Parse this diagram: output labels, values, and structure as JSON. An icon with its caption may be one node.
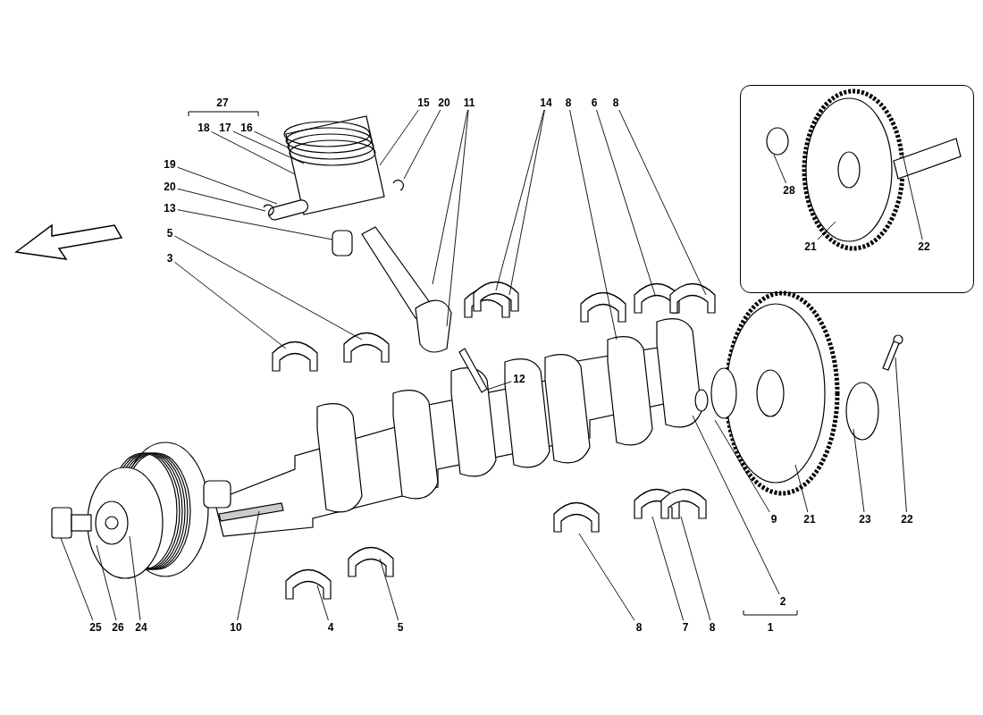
{
  "diagram": {
    "nodes": [
      {
        "text": [],
        "shape": "box"
      },
      {
        "text": [
          "15"
        ]
      },
      {
        "text": [
          "20"
        ]
      },
      {
        "text": [
          "11"
        ]
      },
      {
        "text": [
          "14"
        ]
      },
      {
        "text": [
          "8"
        ]
      },
      {
        "text": [
          "6"
        ]
      },
      {
        "text": [
          "8"
        ]
      },
      {
        "text": [
          "18"
        ]
      },
      {
        "text": [
          "17"
        ]
      },
      {
        "text": [
          "16"
        ]
      },
      {
        "text": [
          "19"
        ]
      },
      {
        "text": [
          "20"
        ]
      },
      {
        "text": [
          "13"
        ]
      },
      {
        "text": [
          "28"
        ],
        "in": 0
      },
      {
        "text": [
          "5"
        ]
      },
      {
        "text": [
          "21"
        ],
        "in": 0
      },
      {
        "text": [
          "22"
        ],
        "in": 0
      },
      {
        "text": [
          "3"
        ]
      },
      {
        "text": [
          "12"
        ]
      },
      {
        "text": [
          "9"
        ]
      },
      {
        "text": [
          "21"
        ]
      },
      {
        "text": [
          "23"
        ]
      },
      {
        "text": [
          "22"
        ]
      },
      {
        "text": [
          "2"
        ]
      },
      {
        "text": [
          "25"
        ]
      },
      {
        "text": [
          "26"
        ]
      },
      {
        "text": [
          "24"
        ]
      },
      {
        "text": [
          "10"
        ]
      },
      {
        "text": [
          "4"
        ]
      },
      {
        "text": [
          "5"
        ]
      },
      {
        "text": [
          "8"
        ]
      },
      {
        "text": [
          "7"
        ]
      },
      {
        "text": [
          "8"
        ]
      }
    ],
    "edges": [
      {
        "from": 1,
        "to": null,
        "arrow": "none"
      },
      {
        "from": 2,
        "to": null,
        "arrow": "none"
      },
      {
        "from": 3,
        "to": null,
        "arrow": "none"
      },
      {
        "from": 3,
        "to": null,
        "arrow": "none"
      },
      {
        "from": 4,
        "to": null,
        "arrow": "none"
      },
      {
        "from": 4,
        "to": null,
        "arrow": "none"
      },
      {
        "from": 5,
        "to": null,
        "arrow": "none"
      },
      {
        "from": 6,
        "to": null,
        "arrow": "none"
      },
      {
        "from": 7,
        "to": null,
        "arrow": "none"
      },
      {
        "from": 8,
        "to": null,
        "arrow": "none"
      },
      {
        "from": 9,
        "to": null,
        "arrow": "none"
      },
      {
        "from": 10,
        "to": null,
        "arrow": "none"
      },
      {
        "from": 11,
        "to": null,
        "arrow": "none"
      },
      {
        "from": 12,
        "to": null,
        "arrow": "none"
      },
      {
        "from": 13,
        "to": null,
        "arrow": "none"
      },
      {
        "from": 14,
        "to": null,
        "arrow": "none"
      },
      {
        "from": 15,
        "to": null,
        "arrow": "none"
      },
      {
        "from": 16,
        "to": null,
        "arrow": "none"
      },
      {
        "from": 17,
        "to": null,
        "arrow": "none"
      },
      {
        "from": 18,
        "to": null,
        "arrow": "none"
      },
      {
        "from": 19,
        "to": null,
        "arrow": "none"
      },
      {
        "from": 20,
        "to": null,
        "arrow": "none"
      },
      {
        "from": 21,
        "to": null,
        "arrow": "none"
      },
      {
        "from": 22,
        "to": null,
        "arrow": "none"
      },
      {
        "from": 23,
        "to": null,
        "arrow": "none"
      },
      {
        "from": 24,
        "to": null,
        "arrow": "none"
      },
      {
        "from": 25,
        "to": null,
        "arrow": "none"
      },
      {
        "from": 26,
        "to": null,
        "arrow": "none"
      },
      {
        "from": 27,
        "to": null,
        "arrow": "none"
      },
      {
        "from": 28,
        "to": null,
        "arrow": "none"
      },
      {
        "from": 29,
        "to": null,
        "arrow": "none"
      },
      {
        "from": 30,
        "to": null,
        "arrow": "none"
      },
      {
        "from": 31,
        "to": null,
        "arrow": "none"
      },
      {
        "from": 32,
        "to": null,
        "arrow": "none"
      },
      {
        "from": 33,
        "to": null,
        "arrow": "none"
      }
    ],
    "labels": [
      "27",
      "1"
    ]
  }
}
